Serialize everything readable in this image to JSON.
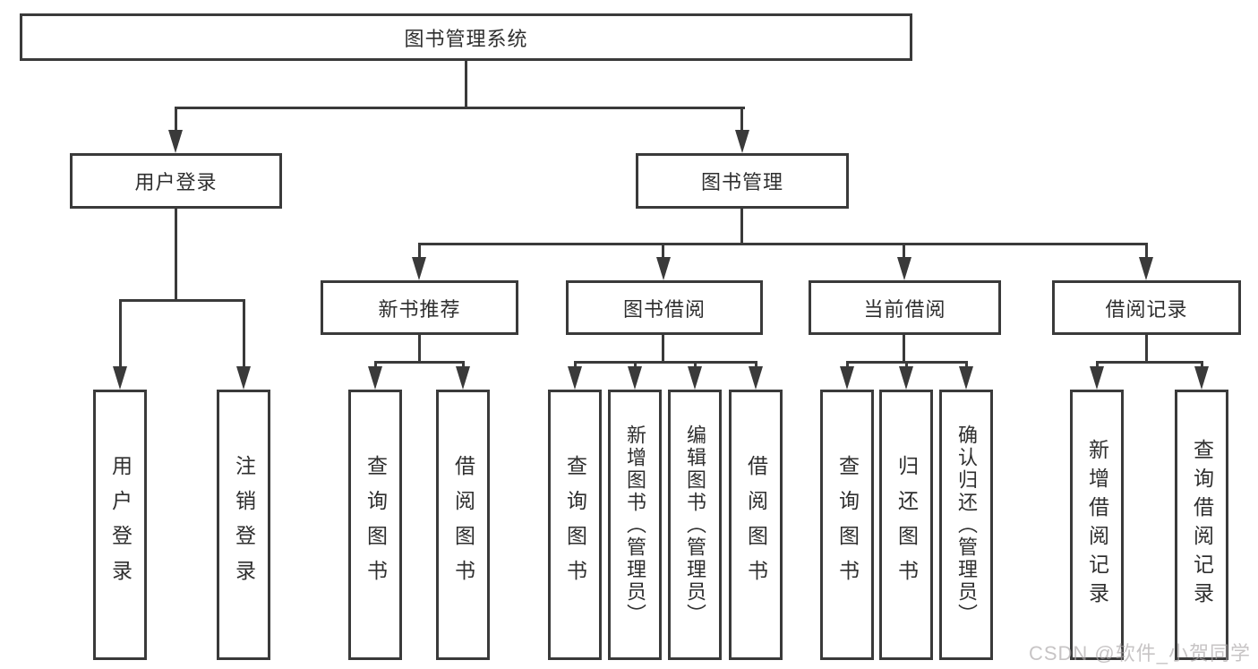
{
  "diagram": {
    "root": "图书管理系统",
    "level2": [
      "用户登录",
      "图书管理"
    ],
    "level3": [
      "新书推荐",
      "图书借阅",
      "当前借阅",
      "借阅记录"
    ],
    "leaves": {
      "user_login": [
        "用户登录",
        "注销登录"
      ],
      "new_book": [
        "查询图书",
        "借阅图书"
      ],
      "book_borrow": [
        "查询图书",
        "新增图书（管理员）",
        "编辑图书（管理员）",
        "借阅图书"
      ],
      "current_borrow": [
        "查询图书",
        "归还图书",
        "确认归还（管理员）"
      ],
      "borrow_record": [
        "新增借阅记录",
        "查询借阅记录"
      ]
    }
  },
  "watermark": "CSDN @软件_小贺同学",
  "colors": {
    "line": "#3a3a3a",
    "text": "#2f2f2f",
    "watermark": "#aaa6a7",
    "background": "#ffffff"
  }
}
